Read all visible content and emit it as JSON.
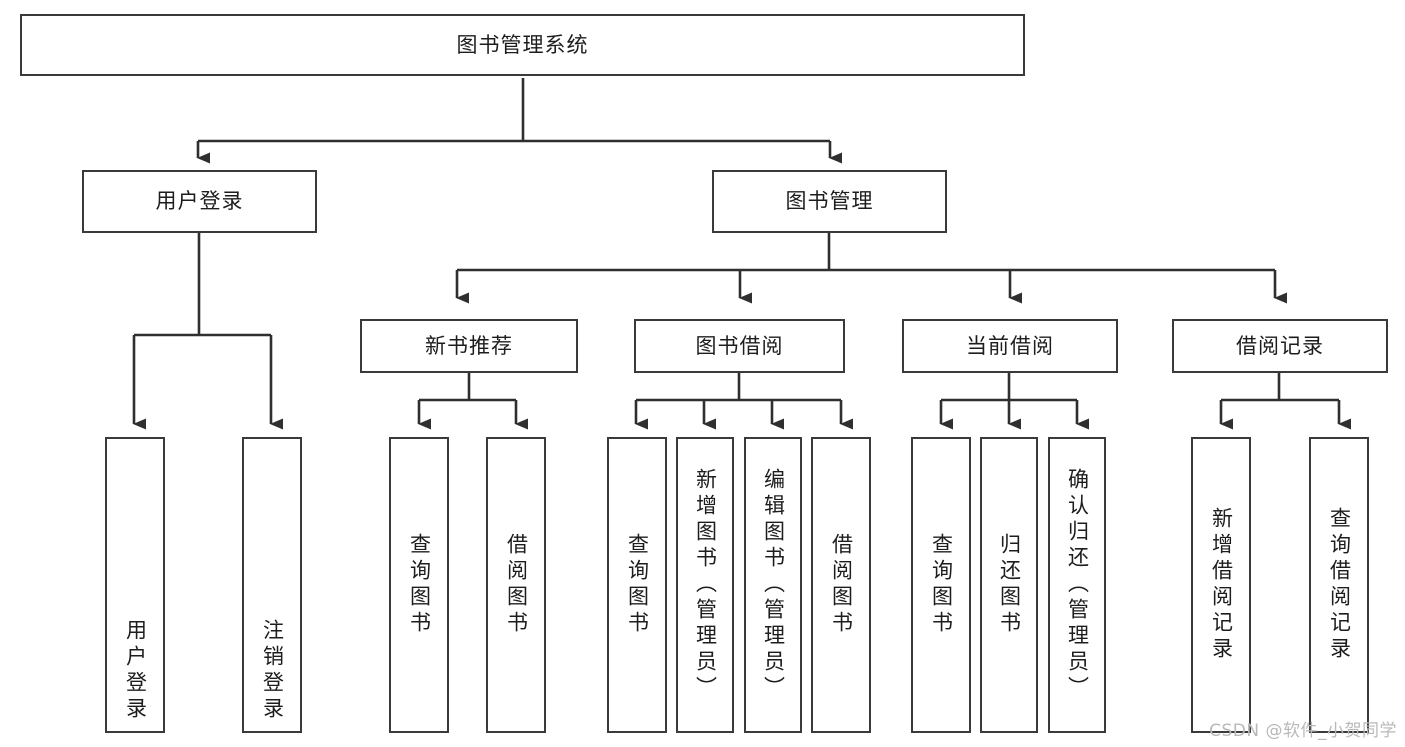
{
  "diagram": {
    "type": "tree-hierarchy",
    "title": "图书管理系统",
    "watermark": "CSDN @软件_小贺同学",
    "colors": {
      "box_border": "#3a3a3a",
      "box_fill": "#ffffff",
      "connector": "#2f2f2f",
      "text": "#1d1d1d",
      "watermark": "#b9b9b9"
    },
    "root": {
      "label": "图书管理系统"
    },
    "level2": [
      {
        "label": "用户登录"
      },
      {
        "label": "图书管理"
      }
    ],
    "level3": [
      {
        "label": "新书推荐"
      },
      {
        "label": "图书借阅"
      },
      {
        "label": "当前借阅"
      },
      {
        "label": "借阅记录"
      }
    ],
    "leaves": {
      "user_login": [
        {
          "label": "用户登录"
        },
        {
          "label": "注销登录"
        }
      ],
      "new_book_recommend": [
        {
          "label": "查询图书"
        },
        {
          "label": "借阅图书"
        }
      ],
      "book_borrow": [
        {
          "label": "查询图书"
        },
        {
          "label": "新增图书（管理员）"
        },
        {
          "label": "编辑图书（管理员）"
        },
        {
          "label": "借阅图书"
        }
      ],
      "current_borrow": [
        {
          "label": "查询图书"
        },
        {
          "label": "归还图书"
        },
        {
          "label": "确认归还（管理员）"
        }
      ],
      "borrow_record": [
        {
          "label": "新增借阅记录"
        },
        {
          "label": "查询借阅记录"
        }
      ]
    }
  }
}
